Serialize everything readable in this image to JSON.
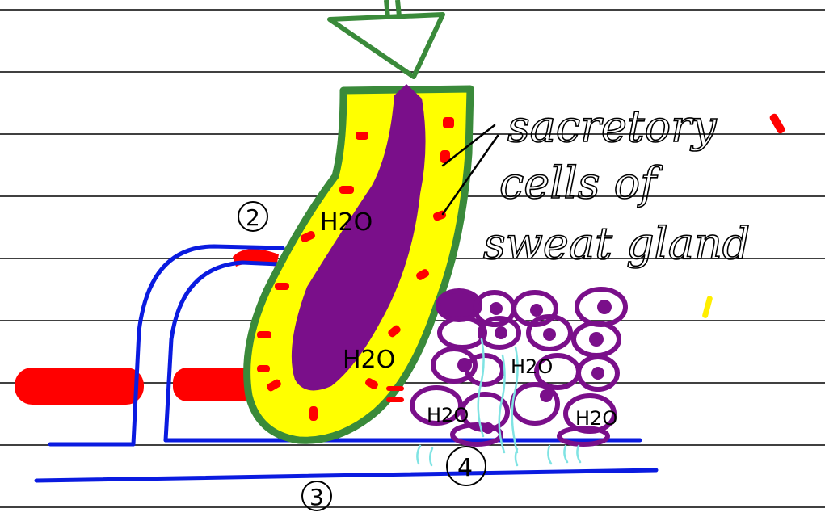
{
  "annotation": {
    "line1": "sacretory",
    "line2": "cells of",
    "line3": "sweat gland"
  },
  "labels": {
    "water": "H2O",
    "num_2": "2",
    "num_3": "3",
    "num_4": "4"
  },
  "colors": {
    "gland_outline": "#3a8a3a",
    "gland_fill": "#ffff00",
    "lumen": "#7a0f8a",
    "cell_dots": "#ff0000",
    "vessel": "#0a1be0",
    "blood": "#ff0000",
    "tissue_cells": "#7a0f8a",
    "diffusion": "#7fe3e3",
    "arrow": "#3a8a3a"
  }
}
